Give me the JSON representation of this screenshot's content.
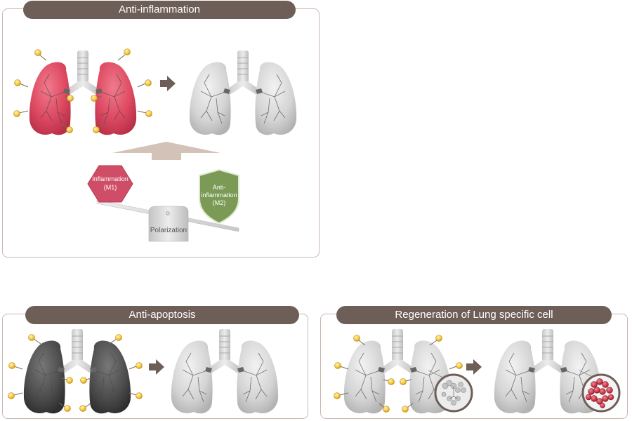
{
  "panels": {
    "anti_inflammation": {
      "title": "Anti-inflammation",
      "hexagon_label_line1": "Inflammation",
      "hexagon_label_line2": "(M1)",
      "shield_label_line1": "Anti-",
      "shield_label_line2": "inflammation",
      "shield_label_line3": "(M2)",
      "fulcrum_label": "Polarization"
    },
    "anti_apoptosis": {
      "title": "Anti-apoptosis"
    },
    "regeneration": {
      "title": "Regeneration of Lung specific cell"
    }
  },
  "colors": {
    "pill": "#6e5e58",
    "border": "#c9b9af",
    "inflamed_lung": "#d9475f",
    "healthy_lung": "#d2d2d2",
    "apoptotic_lung": "#555555",
    "m1_hexagon": "#cf4d67",
    "m2_shield": "#7a9a55",
    "arrow": "#6e5e58",
    "cell_yellow": "#f2c33a"
  }
}
